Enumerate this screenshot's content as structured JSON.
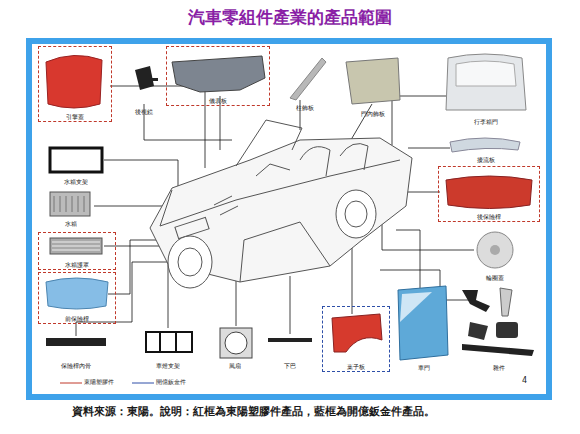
{
  "diagram": {
    "title": "汽車零組件產業的產品範圍",
    "caption": "資料來源：東陽。說明：紅框為東陽塑膠件產品，藍框為開億鈑金件產品。",
    "nodes": [
      {
        "text": [
          "引擎蓋"
        ]
      },
      {
        "text": [
          "後視鏡"
        ]
      },
      {
        "text": [
          "儀表板"
        ]
      },
      {
        "text": [
          "柱飾板"
        ]
      },
      {
        "text": [
          "門內飾板"
        ]
      },
      {
        "text": [
          "行李箱門"
        ]
      },
      {
        "text": [
          "水箱支架"
        ]
      },
      {
        "text": [
          "水箱"
        ]
      },
      {
        "text": [
          "水箱護罩"
        ]
      },
      {
        "text": [
          "前保險桿"
        ]
      },
      {
        "text": [
          "擾流板"
        ]
      },
      {
        "text": [
          "後保險桿"
        ]
      },
      {
        "text": [
          "輪圈蓋"
        ]
      },
      {
        "text": [
          "保險桿內骨"
        ]
      },
      {
        "text": [
          "車燈支架"
        ]
      },
      {
        "text": [
          "風扇"
        ]
      },
      {
        "text": [
          "下巴"
        ]
      },
      {
        "text": [
          "葉子板"
        ]
      },
      {
        "text": [
          "車門"
        ]
      },
      {
        "text": [
          "雜件"
        ]
      }
    ],
    "labels": [
      "4"
    ],
    "legend": [
      {
        "text": "東陽塑膠件"
      },
      {
        "text": "開億鈑金件"
      }
    ]
  }
}
